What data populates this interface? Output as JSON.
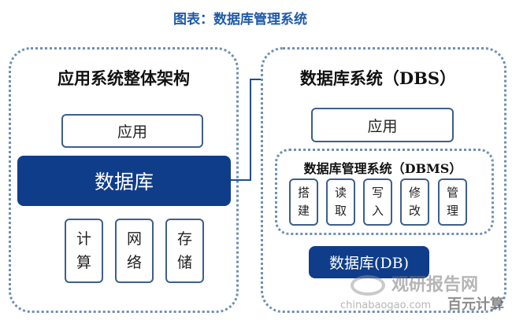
{
  "title": "图表：数据库管理系统",
  "left": {
    "heading": "应用系统整体架构",
    "app": "应用",
    "database": "数据库",
    "components": [
      [
        "计",
        "算"
      ],
      [
        "网",
        "络"
      ],
      [
        "存",
        "储"
      ]
    ]
  },
  "right": {
    "heading": "数据库系统（DBS）",
    "app": "应用",
    "dbms": {
      "heading": "数据库管理系统（DBMS）",
      "functions": [
        [
          "搭",
          "建"
        ],
        [
          "读",
          "取"
        ],
        [
          "写",
          "入"
        ],
        [
          "修",
          "改"
        ],
        [
          "管",
          "理"
        ]
      ]
    },
    "db": "数据库(DB)"
  },
  "watermark": {
    "cn": "观研报告网",
    "en": "chinabaogao.com",
    "extra": "百元计算"
  }
}
